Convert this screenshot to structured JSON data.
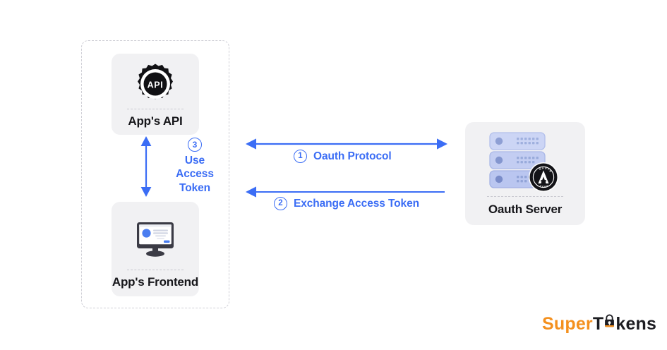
{
  "diagram": {
    "title_text_present": false,
    "background_color": "#ffffff",
    "accent_blue": "#3b6df5",
    "card_bg": "#f1f1f3",
    "boundary_border_color": "#cfcfd6",
    "nodes": [
      {
        "id": "apps-api",
        "label": "App's API",
        "icon": "api-badge-icon"
      },
      {
        "id": "apps-frontend",
        "label_line1": "App's",
        "label_line2": "Frontend",
        "icon": "monitor-icon"
      },
      {
        "id": "oauth-server",
        "label": "Oauth Server",
        "icon": "server-stack-icon",
        "badge_icon": "oauth-badge-icon"
      }
    ],
    "connections": [
      {
        "id": "oauth-protocol",
        "number": "1",
        "label": "Oauth Protocol",
        "direction": "bidirectional",
        "color": "#3b6df5"
      },
      {
        "id": "exchange-access-token",
        "number": "2",
        "label": "Exchange Access Token",
        "direction": "right-to-left",
        "color": "#3b6df5"
      },
      {
        "id": "use-access-token",
        "number": "3",
        "label_line1": "Use",
        "label_line2": "Access",
        "label_line3": "Token",
        "direction": "bidirectional-vertical",
        "color": "#3b6df5"
      }
    ]
  },
  "logo": {
    "part_super": "Super",
    "part_t": "T",
    "part_kens": "kens",
    "super_color": "#f4901e",
    "tokens_color": "#1d1d22",
    "lock_icon": "padlock-icon"
  },
  "icons": {
    "api_text": "API"
  }
}
